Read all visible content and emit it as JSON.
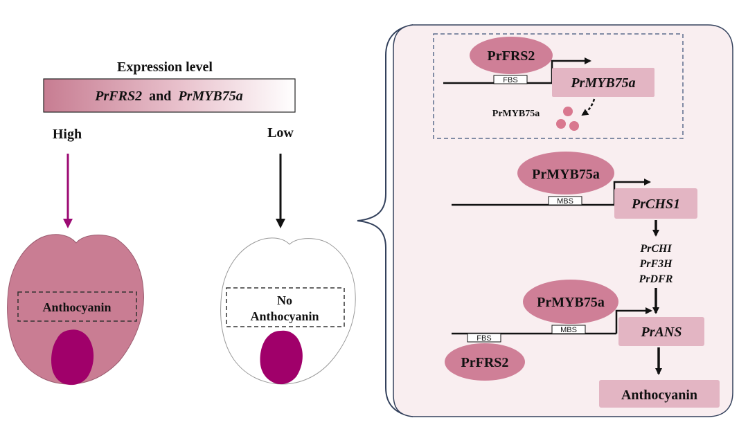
{
  "expression": {
    "title": "Expression level",
    "bar_gene_a": "PrFRS2",
    "bar_and": "and",
    "bar_gene_b": "PrMYB75a",
    "high": "High",
    "low": "Low"
  },
  "petals": {
    "high_label": "Anthocyanin",
    "low_label_line1": "No",
    "low_label_line2": "Anthocyanin"
  },
  "pathway": {
    "frs2_top": "PrFRS2",
    "fbs_top": "FBS",
    "myb_gene_top": "PrMYB75a",
    "myb_protein_label": "PrMYB75a",
    "myb_mid": "PrMYB75a",
    "mbs_mid": "MBS",
    "chs1": "PrCHS1",
    "chi": "PrCHI",
    "f3h": "PrF3H",
    "dfr": "PrDFR",
    "myb_bottom": "PrMYB75a",
    "mbs_bottom": "MBS",
    "fbs_bottom": "FBS",
    "frs2_bottom": "PrFRS2",
    "ans": "PrANS",
    "product": "Anthocyanin"
  },
  "colors": {
    "petal_pink": "#c97d93",
    "ellipse_pink": "#cf7f97",
    "box_pink": "#e3b5c3",
    "stamen_purple": "#a0006a",
    "arrow_magenta": "#9c0a73",
    "panel_bg": "#f9eef0",
    "panel_border": "#33415c",
    "dashed_border": "#5a6b8c"
  }
}
